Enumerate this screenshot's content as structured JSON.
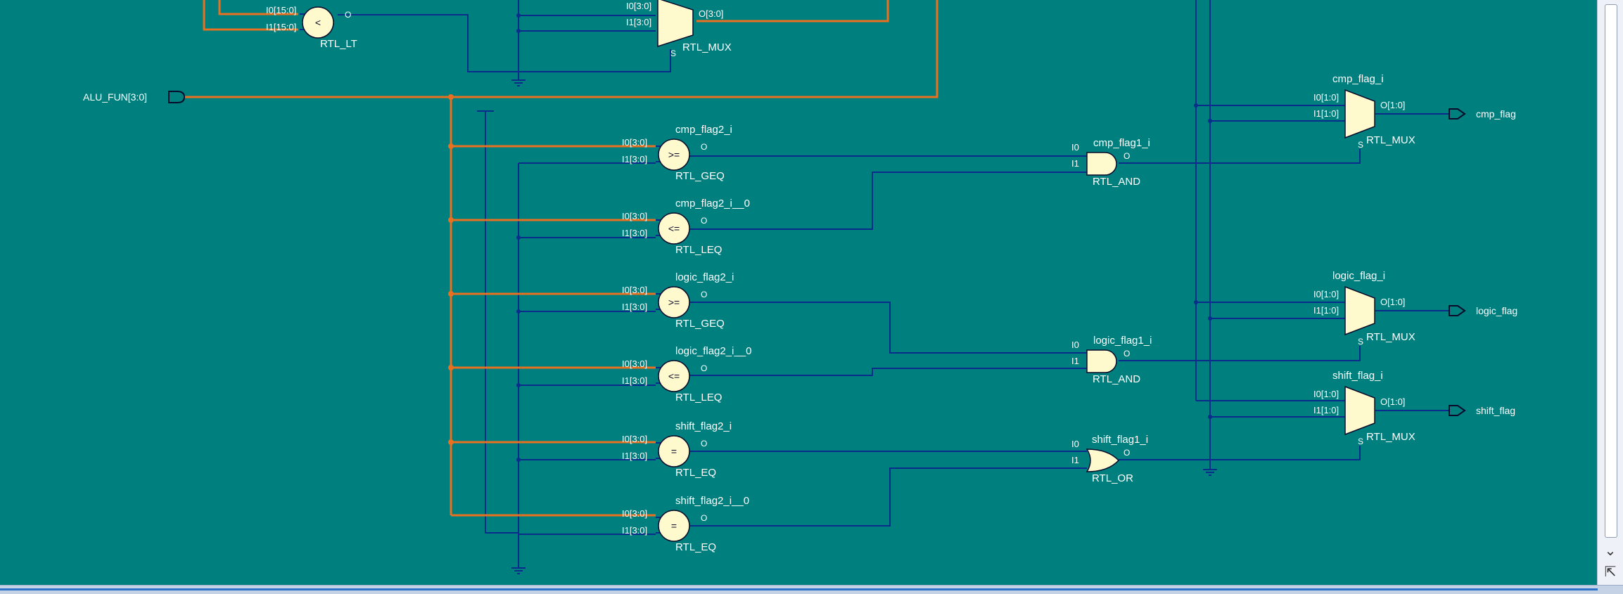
{
  "colors": {
    "background": "#007f7f",
    "wire": "#0a2d8c",
    "bus": "#e8701f",
    "cell_fill": "#fffacd",
    "text": "#ffffff"
  },
  "ports": {
    "input_alu_fun": "ALU_FUN[3:0]",
    "output_cmp_flag": "cmp_flag",
    "output_logic_flag": "logic_flag",
    "output_shift_flag": "shift_flag"
  },
  "cells": [
    {
      "id": "lt_top",
      "kind": "compare",
      "symbol": "<",
      "instance": "",
      "type": "RTL_LT",
      "pins": [
        "I0[15:0]",
        "I1[15:0]",
        "O"
      ]
    },
    {
      "id": "mux_top",
      "kind": "mux",
      "instance": "",
      "type": "RTL_MUX",
      "pins": [
        "I0[3:0]",
        "I1[3:0]",
        "O[3:0]",
        "S"
      ]
    },
    {
      "id": "geq1",
      "kind": "compare",
      "symbol": ">=",
      "instance": "cmp_flag2_i",
      "type": "RTL_GEQ",
      "pins": [
        "I0[3:0]",
        "I1[3:0]",
        "O"
      ]
    },
    {
      "id": "leq1",
      "kind": "compare",
      "symbol": "<=",
      "instance": "cmp_flag2_i__0",
      "type": "RTL_LEQ",
      "pins": [
        "I0[3:0]",
        "I1[3:0]",
        "O"
      ]
    },
    {
      "id": "geq2",
      "kind": "compare",
      "symbol": ">=",
      "instance": "logic_flag2_i",
      "type": "RTL_GEQ",
      "pins": [
        "I0[3:0]",
        "I1[3:0]",
        "O"
      ]
    },
    {
      "id": "leq2",
      "kind": "compare",
      "symbol": "<=",
      "instance": "logic_flag2_i__0",
      "type": "RTL_LEQ",
      "pins": [
        "I0[3:0]",
        "I1[3:0]",
        "O"
      ]
    },
    {
      "id": "eq1",
      "kind": "compare",
      "symbol": "=",
      "instance": "shift_flag2_i",
      "type": "RTL_EQ",
      "pins": [
        "I0[3:0]",
        "I1[3:0]",
        "O"
      ]
    },
    {
      "id": "eq2",
      "kind": "compare",
      "symbol": "=",
      "instance": "shift_flag2_i__0",
      "type": "RTL_EQ",
      "pins": [
        "I0[3:0]",
        "I1[3:0]",
        "O"
      ]
    },
    {
      "id": "and1",
      "kind": "and",
      "instance": "cmp_flag1_i",
      "type": "RTL_AND",
      "pins": [
        "I0",
        "I1",
        "O"
      ]
    },
    {
      "id": "and2",
      "kind": "and",
      "instance": "logic_flag1_i",
      "type": "RTL_AND",
      "pins": [
        "I0",
        "I1",
        "O"
      ]
    },
    {
      "id": "or1",
      "kind": "or",
      "instance": "shift_flag1_i",
      "type": "RTL_OR",
      "pins": [
        "I0",
        "I1",
        "O"
      ]
    },
    {
      "id": "mux_cmp",
      "kind": "mux",
      "instance": "cmp_flag_i",
      "type": "RTL_MUX",
      "pins": [
        "I0[1:0]",
        "I1[1:0]",
        "O[1:0]",
        "S"
      ]
    },
    {
      "id": "mux_logic",
      "kind": "mux",
      "instance": "logic_flag_i",
      "type": "RTL_MUX",
      "pins": [
        "I0[1:0]",
        "I1[1:0]",
        "O[1:0]",
        "S"
      ]
    },
    {
      "id": "mux_shift",
      "kind": "mux",
      "instance": "shift_flag_i",
      "type": "RTL_MUX",
      "pins": [
        "I0[1:0]",
        "I1[1:0]",
        "O[1:0]",
        "S"
      ]
    }
  ],
  "scrollbar": {
    "up_icon": "chevron-up-icon",
    "down_icon": "chevron-down-icon",
    "corner_icon": "arrow-up-left-icon"
  }
}
